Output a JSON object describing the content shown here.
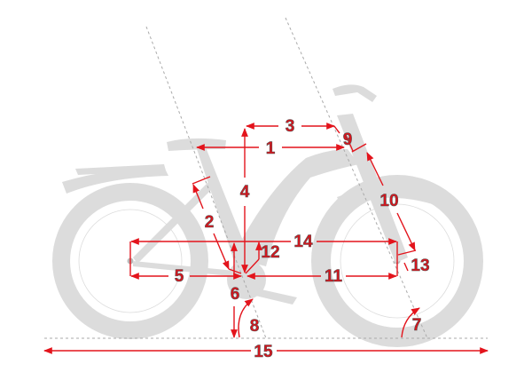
{
  "diagram": {
    "title": "E-bike geometry diagram",
    "labels": {
      "reach_top": "1",
      "seat_tube": "2",
      "reach": "3",
      "stack": "4",
      "chainstay": "5",
      "bb_drop": "6",
      "head_angle": "7",
      "seat_angle": "8",
      "head_tube": "9",
      "fork_length": "10",
      "front_center": "11",
      "bb_offset": "12",
      "fork_offset": "13",
      "wheelbase": "14",
      "overall_length": "15"
    },
    "colors": {
      "dimension": "#e3141c",
      "bike": "#dcdcdc",
      "guide": "#aaaaaa"
    }
  }
}
